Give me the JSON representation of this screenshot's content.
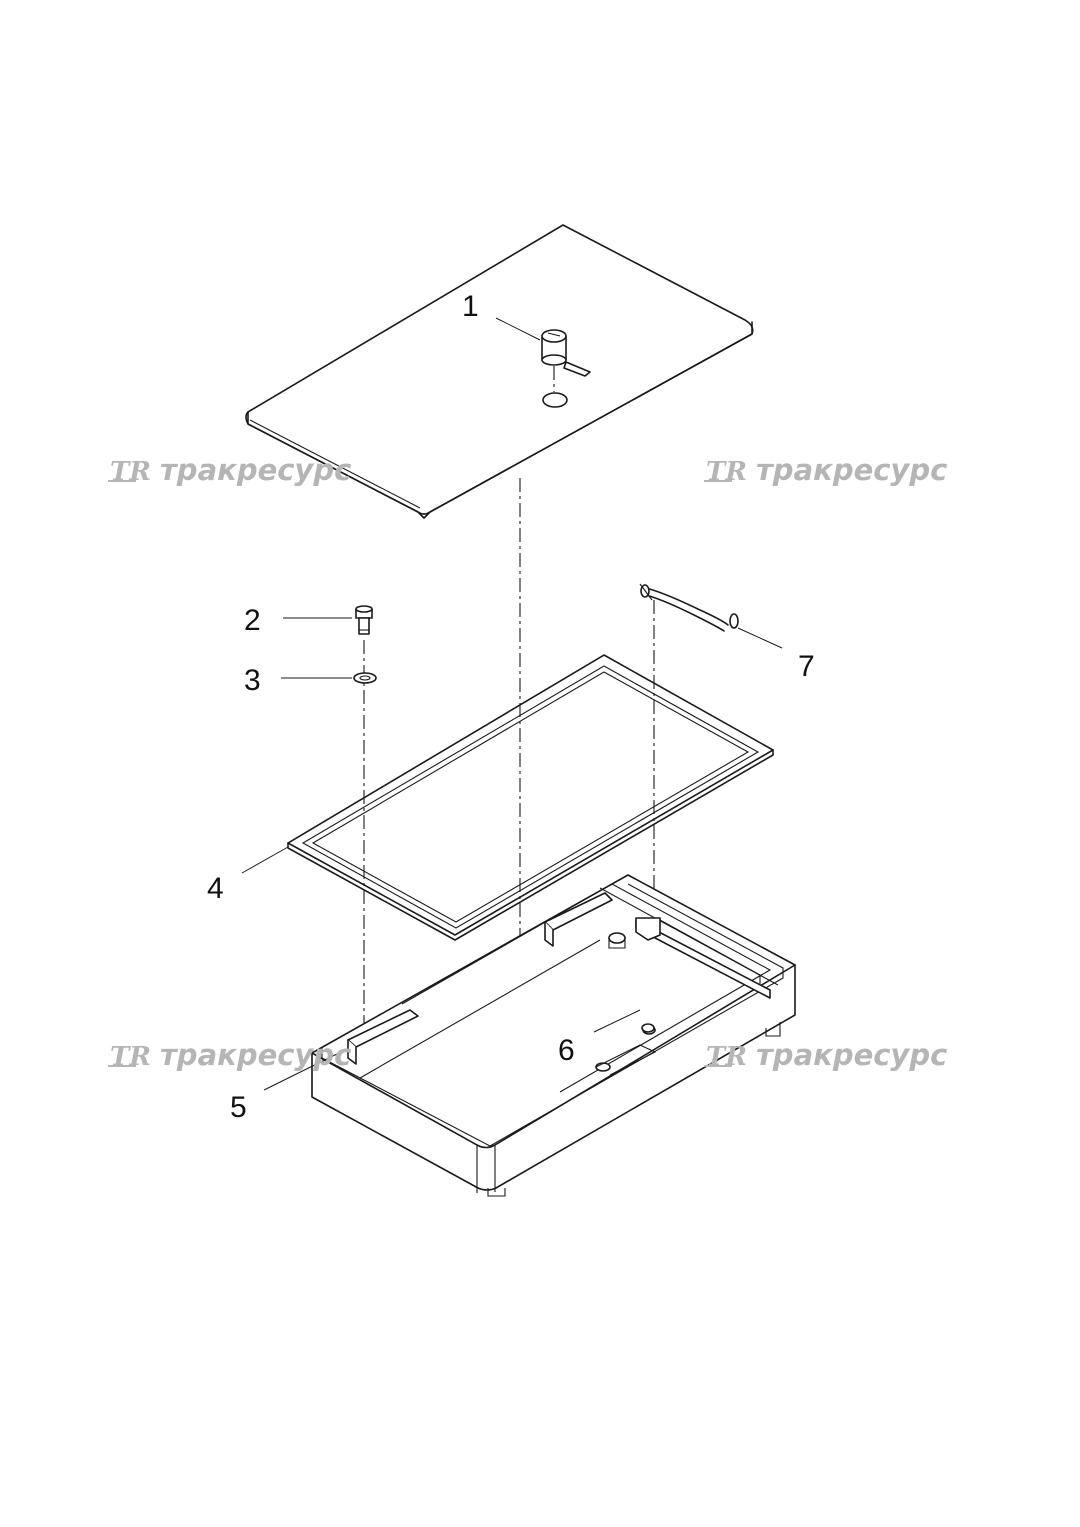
{
  "callouts": [
    "1",
    "2",
    "3",
    "4",
    "5",
    "6",
    "7"
  ],
  "watermark": {
    "logo": "TR",
    "text": "тракресурс"
  }
}
